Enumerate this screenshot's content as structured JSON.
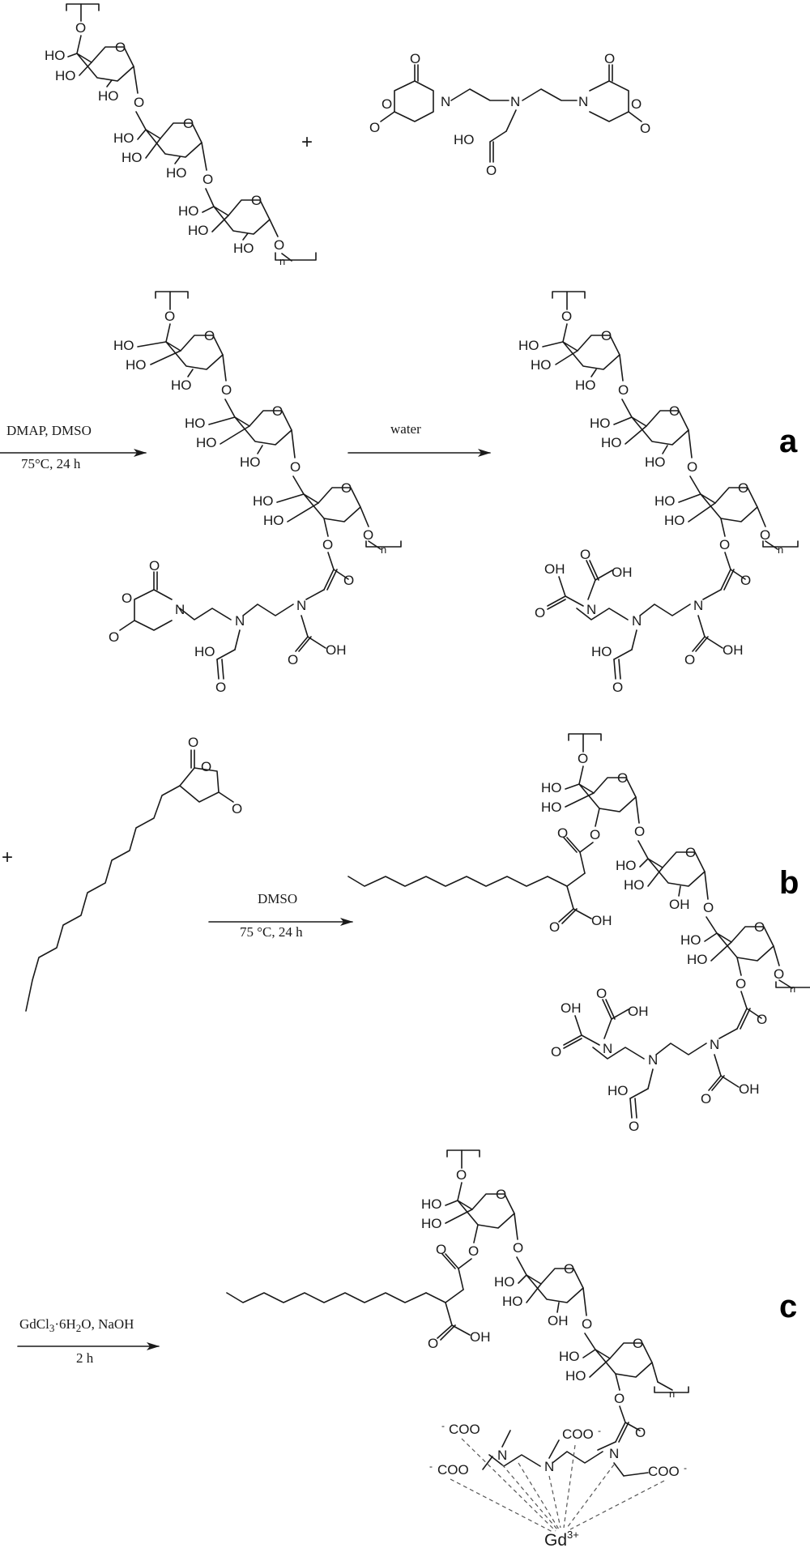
{
  "atoms": {
    "ho": "HO",
    "oh": "OH",
    "o": "O",
    "n": "N",
    "n_sub": "n",
    "coo_left": "COO",
    "coo_right": "COO",
    "coo_minus": "-",
    "gd": "Gd",
    "gd_charge": "3+"
  },
  "panels": {
    "a": "a",
    "b": "b",
    "c": "c"
  },
  "plus_sign": "+",
  "steps": {
    "step1_line1": "DMAP, DMSO",
    "step1_line2": "75°C, 24 h",
    "step2_line1": "water",
    "step3_line1": "DMSO",
    "step3_line2": "75 °C, 24 h",
    "step4_line1_main": "GdCl",
    "step4_line1_sub": "3",
    "step4_line1_rest": "·6H",
    "step4_line1_sub2": "2",
    "step4_line1_end": "O, NaOH",
    "step4_line2": "2 h"
  }
}
